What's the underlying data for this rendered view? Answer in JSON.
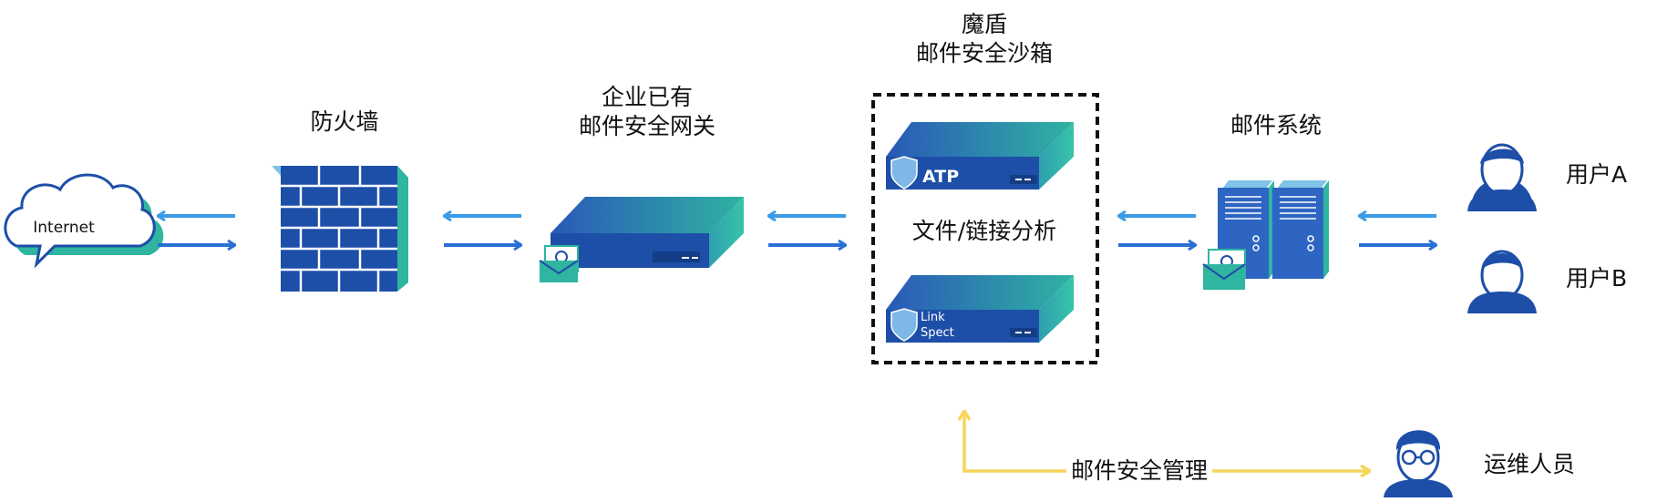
{
  "nodes": {
    "internet": {
      "label": "Internet"
    },
    "firewall": {
      "label": "防火墙"
    },
    "existing_gateway": {
      "label_line1": "企业已有",
      "label_line2": "邮件安全网关"
    },
    "sandbox": {
      "label_line1": "魔盾",
      "label_line2": "邮件安全沙箱",
      "center_label": "文件/链接分析",
      "atp_label": "ATP",
      "linkspect_label_line1": "Link",
      "linkspect_label_line2": "Spect"
    },
    "mail_system": {
      "label": "邮件系统"
    },
    "user_a": {
      "label": "用户A"
    },
    "user_b": {
      "label": "用户B"
    },
    "ops": {
      "label": "运维人员"
    }
  },
  "edges": {
    "management": {
      "label": "邮件安全管理"
    }
  },
  "colors": {
    "arrow_light": "#3a9be6",
    "arrow_dark": "#2a6fd4",
    "device_blue": "#1d4fa8",
    "device_teal": "#2fb5a0",
    "management_line": "#f6d55c"
  }
}
